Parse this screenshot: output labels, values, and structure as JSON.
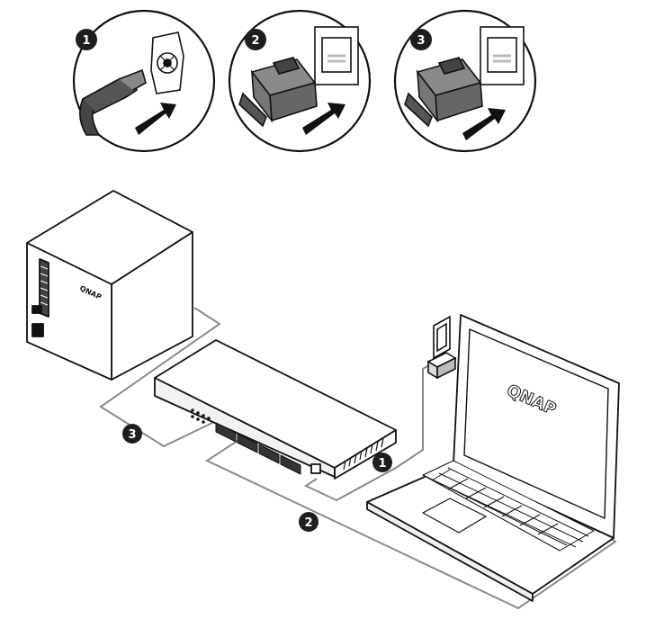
{
  "steps": [
    {
      "number": "1",
      "connector": "power-plug-into-dc-jack"
    },
    {
      "number": "2",
      "connector": "ethernet-plug-into-port"
    },
    {
      "number": "3",
      "connector": "ethernet-plug-into-port"
    }
  ],
  "cable_labels": {
    "power": "1",
    "laptop": "2",
    "nas": "3"
  },
  "brand": {
    "nas_logo": "QNAP",
    "laptop_logo": "QNAP"
  },
  "colors": {
    "ink": "#111111",
    "cable": "#8a8a8a",
    "badge": "#1e1e1e",
    "paper": "#ffffff",
    "shade": "#bdbdbd"
  },
  "devices": {
    "nas": "2-bay-nas",
    "switch": "8-port-network-switch",
    "laptop": "laptop"
  }
}
